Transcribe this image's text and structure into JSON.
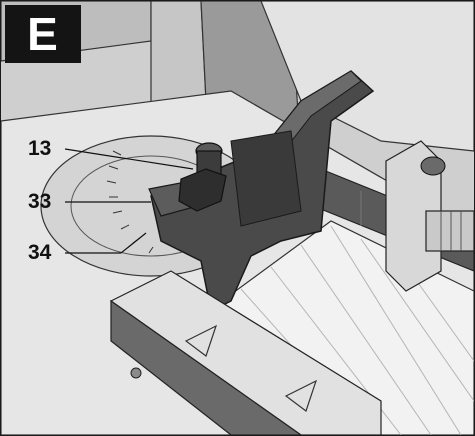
{
  "figure": {
    "section_label": "E",
    "callouts": [
      {
        "id": "13",
        "label": "13"
      },
      {
        "id": "33",
        "label": "33"
      },
      {
        "id": "34",
        "label": "34"
      }
    ]
  },
  "colors": {
    "background": "#d9d9d9",
    "dark_part": "#4a4a4a",
    "darker_part": "#2e2e2e",
    "light_part": "#eeeeee",
    "outline": "#1a1a1a"
  },
  "icons": [
    "mitre-lock-knob-icon",
    "scale-pointer-icon",
    "angle-scale-icon"
  ]
}
